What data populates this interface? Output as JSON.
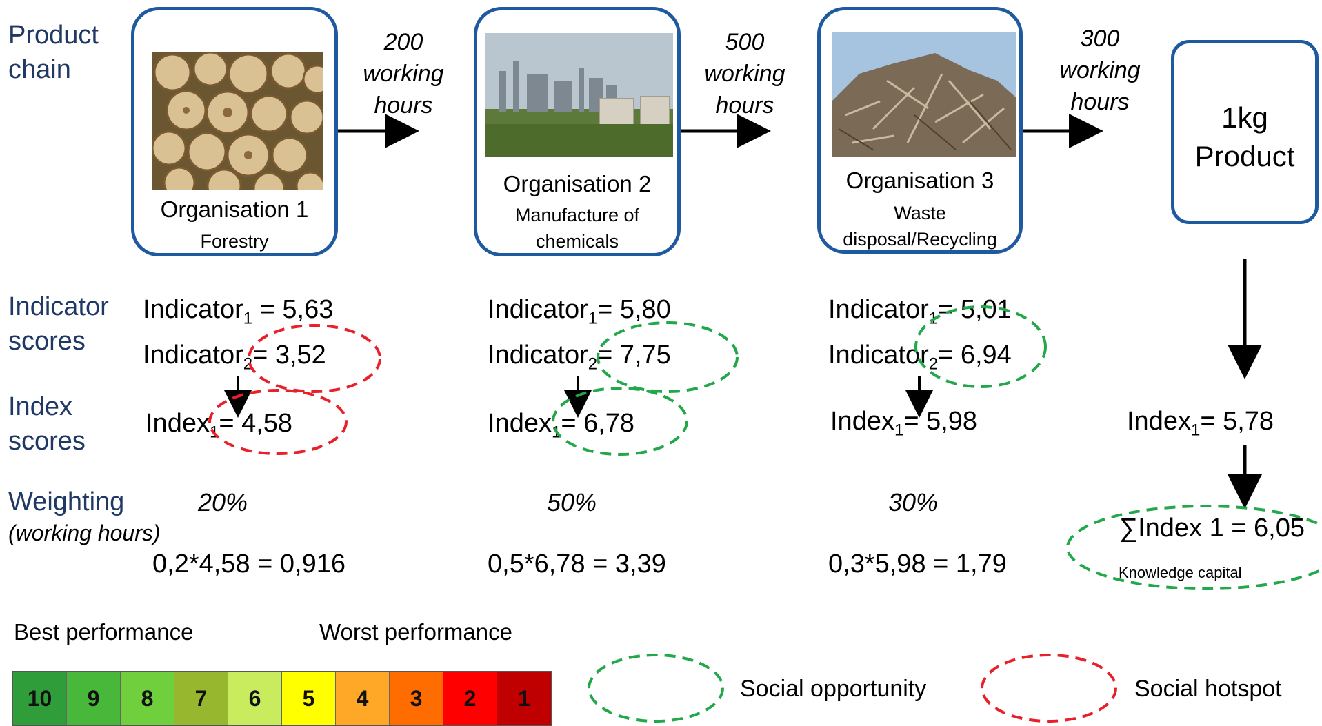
{
  "row_labels": {
    "product_chain": [
      "Product",
      "chain"
    ],
    "indicator_scores": [
      "Indicator",
      "scores"
    ],
    "index_scores": [
      "Index",
      "scores"
    ],
    "weighting": "Weighting",
    "weighting_sub": "(working hours)"
  },
  "orgs": [
    {
      "name": "Organisation 1",
      "sub": "Forestry",
      "hours": [
        "200",
        "working",
        "hours"
      ],
      "ind1_prefix": "Indicator",
      "ind1_sub": "1",
      "ind1_val": " = 5,63",
      "ind2_prefix": "Indicator",
      "ind2_sub": "2",
      "ind2_val": "=  3,52",
      "idx_prefix": "Index",
      "idx_sub": "1",
      "idx_val": "= 4,58",
      "weight": "20%",
      "calc": "0,2*4,58  = 0,916"
    },
    {
      "name": "Organisation 2",
      "sub": [
        "Manufacture of",
        "chemicals"
      ],
      "hours": [
        "500",
        "working",
        "hours"
      ],
      "ind1_prefix": "Indicator",
      "ind1_sub": "1",
      "ind1_val": "= 5,80",
      "ind2_prefix": "Indicator",
      "ind2_sub": "2",
      "ind2_val": "=  7,75",
      "idx_prefix": "Index",
      "idx_sub": "1",
      "idx_val": "= 6,78",
      "weight": "50%",
      "calc": "0,5*6,78  = 3,39"
    },
    {
      "name": "Organisation 3",
      "sub": [
        "Waste",
        "disposal/Recycling"
      ],
      "hours": [
        "300",
        "working",
        "hours"
      ],
      "ind1_prefix": "Indicator",
      "ind1_sub": "1",
      "ind1_val": "= 5,01",
      "ind2_prefix": "Indicator",
      "ind2_sub": "2",
      "ind2_val": "=  6,94",
      "idx_prefix": "Index",
      "idx_sub": "1",
      "idx_val": "= 5,98",
      "weight": "30%",
      "calc": "0,3*5,98  = 1,79"
    }
  ],
  "product": {
    "line1": "1kg",
    "line2": "Product",
    "idx_prefix": "Index",
    "idx_sub": "1",
    "idx_val": "= 5,78",
    "sum": "∑Index  1 = 6,05",
    "sum_note": "Knowledge capital"
  },
  "legend": {
    "best": "Best performance",
    "worst": "Worst performance",
    "scale": [
      {
        "label": "10",
        "color": "#2f9e3a"
      },
      {
        "label": "9",
        "color": "#48b83a"
      },
      {
        "label": "8",
        "color": "#6fcf3c"
      },
      {
        "label": "7",
        "color": "#97b82e"
      },
      {
        "label": "6",
        "color": "#c8ec5e"
      },
      {
        "label": "5",
        "color": "#ffff00"
      },
      {
        "label": "4",
        "color": "#ffa726"
      },
      {
        "label": "3",
        "color": "#ff6d00"
      },
      {
        "label": "2",
        "color": "#ff0000"
      },
      {
        "label": "1",
        "color": "#c00000"
      }
    ],
    "opportunity": "Social opportunity",
    "hotspot": "Social hotspot",
    "opportunity_color": "#22a84a",
    "hotspot_color": "#e8202a"
  }
}
